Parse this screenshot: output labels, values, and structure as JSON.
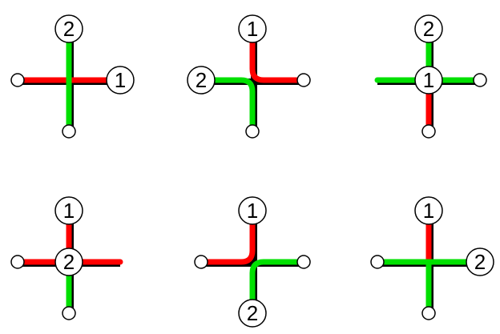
{
  "colors": {
    "background": "#ffffff",
    "cross": "#000000",
    "path_red": "#ff0000",
    "path_green": "#00e000",
    "circle_fill": "#ffffff",
    "circle_stroke": "#000000"
  },
  "panels": [
    {
      "id": "panel-1",
      "node_labels": [
        {
          "pos": "top",
          "text": "2"
        },
        {
          "pos": "right",
          "text": "1"
        }
      ],
      "open_ends": [
        "left",
        "bottom"
      ],
      "paths": [
        {
          "color": "red",
          "route": [
            "left",
            "right"
          ]
        },
        {
          "color": "green",
          "route": [
            "top",
            "bottom"
          ]
        }
      ]
    },
    {
      "id": "panel-2",
      "node_labels": [
        {
          "pos": "top",
          "text": "1"
        },
        {
          "pos": "left",
          "text": "2"
        }
      ],
      "open_ends": [
        "right",
        "bottom"
      ],
      "paths": [
        {
          "color": "red",
          "route": [
            "top",
            "right"
          ]
        },
        {
          "color": "green",
          "route": [
            "left",
            "bottom"
          ]
        }
      ]
    },
    {
      "id": "panel-3",
      "node_labels": [
        {
          "pos": "top",
          "text": "2"
        },
        {
          "pos": "center",
          "text": "1"
        }
      ],
      "open_ends": [
        "right",
        "bottom"
      ],
      "paths": [
        {
          "color": "green",
          "route": [
            "left",
            "right"
          ]
        },
        {
          "color": "green",
          "route": [
            "top",
            "center"
          ]
        },
        {
          "color": "red",
          "route": [
            "center",
            "bottom"
          ]
        }
      ]
    },
    {
      "id": "panel-4",
      "node_labels": [
        {
          "pos": "top",
          "text": "1"
        },
        {
          "pos": "center",
          "text": "2"
        }
      ],
      "open_ends": [
        "left",
        "bottom"
      ],
      "paths": [
        {
          "color": "red",
          "route": [
            "left",
            "right"
          ]
        },
        {
          "color": "red",
          "route": [
            "top",
            "center"
          ]
        },
        {
          "color": "green",
          "route": [
            "center",
            "bottom"
          ]
        }
      ]
    },
    {
      "id": "panel-5",
      "node_labels": [
        {
          "pos": "top",
          "text": "1"
        },
        {
          "pos": "bottom",
          "text": "2"
        }
      ],
      "open_ends": [
        "left",
        "right"
      ],
      "paths": [
        {
          "color": "red",
          "route": [
            "top",
            "left"
          ]
        },
        {
          "color": "green",
          "route": [
            "right",
            "bottom"
          ]
        }
      ]
    },
    {
      "id": "panel-6",
      "node_labels": [
        {
          "pos": "top",
          "text": "1"
        },
        {
          "pos": "right",
          "text": "2"
        }
      ],
      "open_ends": [
        "left",
        "bottom"
      ],
      "paths": [
        {
          "color": "red",
          "route": [
            "top",
            "center"
          ]
        },
        {
          "color": "green",
          "route": [
            "left",
            "right"
          ]
        },
        {
          "color": "green",
          "route": [
            "center",
            "bottom"
          ]
        }
      ]
    }
  ]
}
